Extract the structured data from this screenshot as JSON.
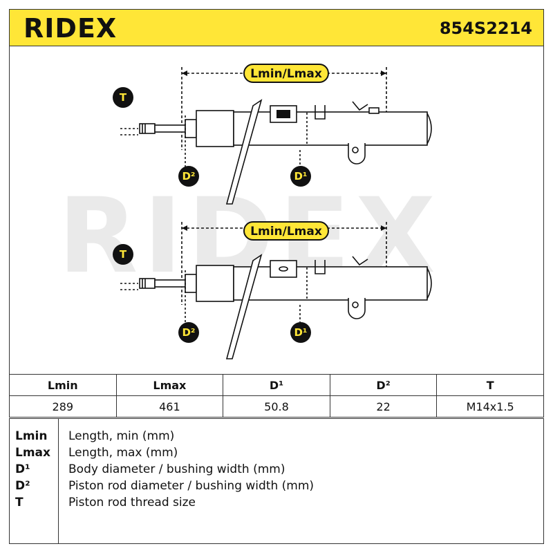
{
  "header": {
    "brand": "RIDEX",
    "part_number": "854S2214"
  },
  "drawing": {
    "watermark": "RIDEX",
    "dimension_label": "Lmin/Lmax",
    "thread_label": "T",
    "d1_label": "D¹",
    "d2_label": "D²"
  },
  "spec_table": {
    "headers": [
      "Lmin",
      "Lmax",
      "D¹",
      "D²",
      "T"
    ],
    "values": [
      "289",
      "461",
      "50.8",
      "22",
      "M14x1.5"
    ]
  },
  "legend": [
    {
      "key": "Lmin",
      "desc": "Length, min (mm)"
    },
    {
      "key": "Lmax",
      "desc": "Length, max (mm)"
    },
    {
      "key": "D¹",
      "desc": "Body diameter / bushing width (mm)"
    },
    {
      "key": "D²",
      "desc": "Piston rod diameter / bushing width (mm)"
    },
    {
      "key": "T",
      "desc": "Piston rod thread size"
    }
  ],
  "colors": {
    "accent": "#ffe637",
    "ink": "#111111"
  }
}
